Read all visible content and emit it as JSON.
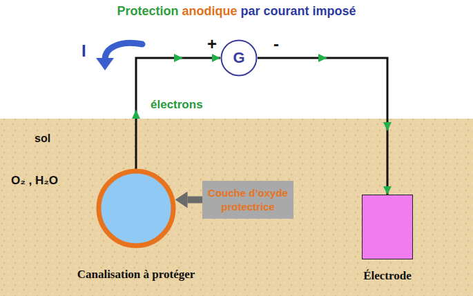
{
  "diagram": {
    "title": "Protection anodique par courant imposé",
    "nodes": [
      {
        "text": [
          "G"
        ]
      },
      {
        "text": [
          "Canalisation à protéger"
        ]
      },
      {
        "text": [
          "Couche d’oxyde protectrice"
        ]
      },
      {
        "text": [
          "Électrode"
        ]
      }
    ],
    "edges": [
      {
        "from": 1,
        "to": 0,
        "arrow": "to"
      },
      {
        "from": 0,
        "to": 3,
        "arrow": "to"
      },
      {
        "from": 2,
        "to": 1,
        "arrow": "to"
      }
    ],
    "labels": [
      "I",
      "+",
      "-",
      "électrons",
      "sol",
      "O₂ , H₂O"
    ]
  }
}
